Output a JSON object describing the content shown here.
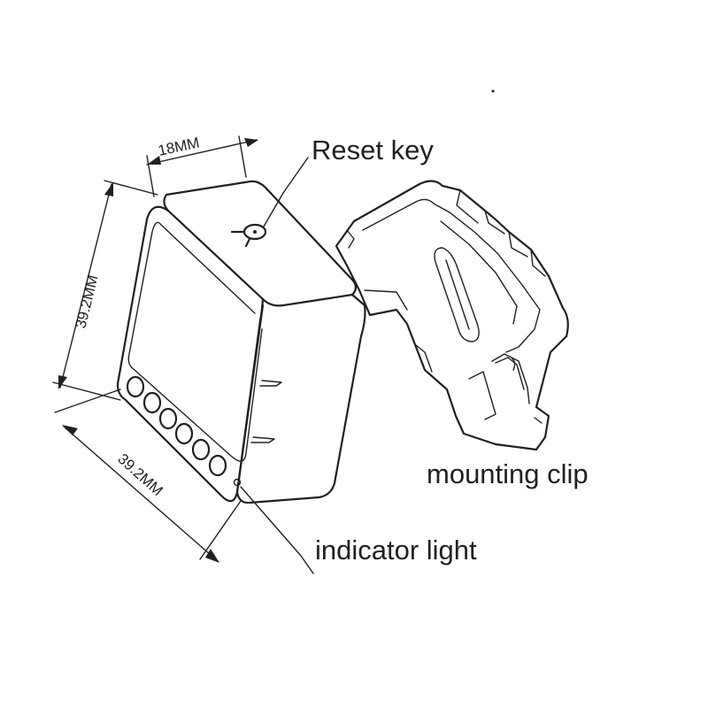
{
  "dimensions": {
    "depth": "18MM",
    "height": "39.2MM",
    "width": "39.2MM"
  },
  "callouts": {
    "reset_key": "Reset key",
    "mounting_clip": "mounting clip",
    "indicator_light": "indicator light"
  },
  "colors": {
    "ink": "#231f20",
    "background": "#ffffff"
  }
}
